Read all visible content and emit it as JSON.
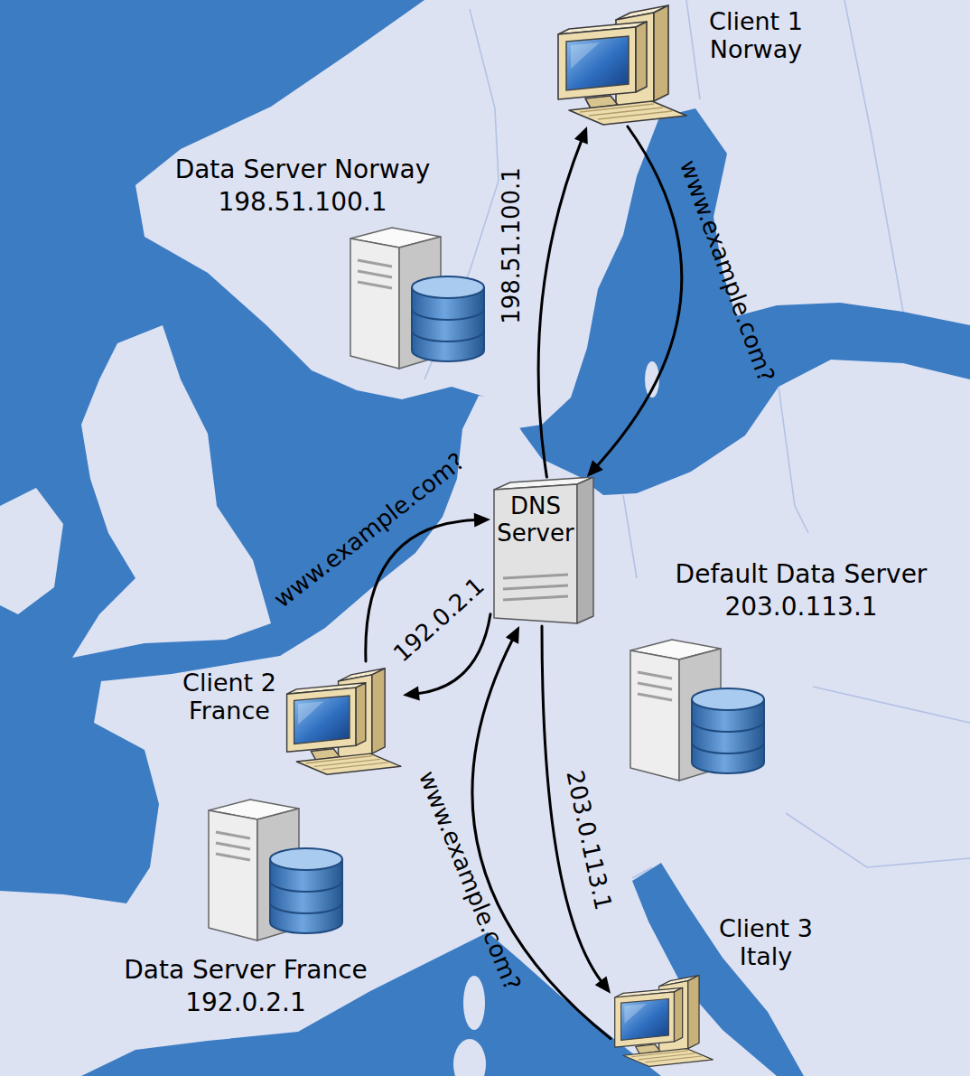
{
  "diagram": {
    "nodes": [
      {
        "text": [
          "Client 1 Norway"
        ]
      },
      {
        "text": [
          "Data Server Norway",
          "198.51.100.1"
        ]
      },
      {
        "text": [
          "DNS Server"
        ]
      },
      {
        "text": [
          "Default Data Server",
          "203.0.113.1"
        ]
      },
      {
        "text": [
          "Client 2 France"
        ]
      },
      {
        "text": [
          "Data Server France",
          "192.0.2.1"
        ]
      },
      {
        "text": [
          "Client 3 Italy"
        ]
      }
    ],
    "edges": [
      {
        "from": 0,
        "to": 2,
        "label": "www.example.com?",
        "arrow": "to"
      },
      {
        "from": 2,
        "to": 0,
        "label": "198.51.100.1",
        "arrow": "to"
      },
      {
        "from": 4,
        "to": 2,
        "label": "www.example.com?",
        "arrow": "to"
      },
      {
        "from": 2,
        "to": 4,
        "label": "192.0.2.1",
        "arrow": "to"
      },
      {
        "from": 6,
        "to": 2,
        "label": "www.example.com?",
        "arrow": "to"
      },
      {
        "from": 2,
        "to": 6,
        "label": "203.0.113.1",
        "arrow": "to"
      }
    ]
  }
}
